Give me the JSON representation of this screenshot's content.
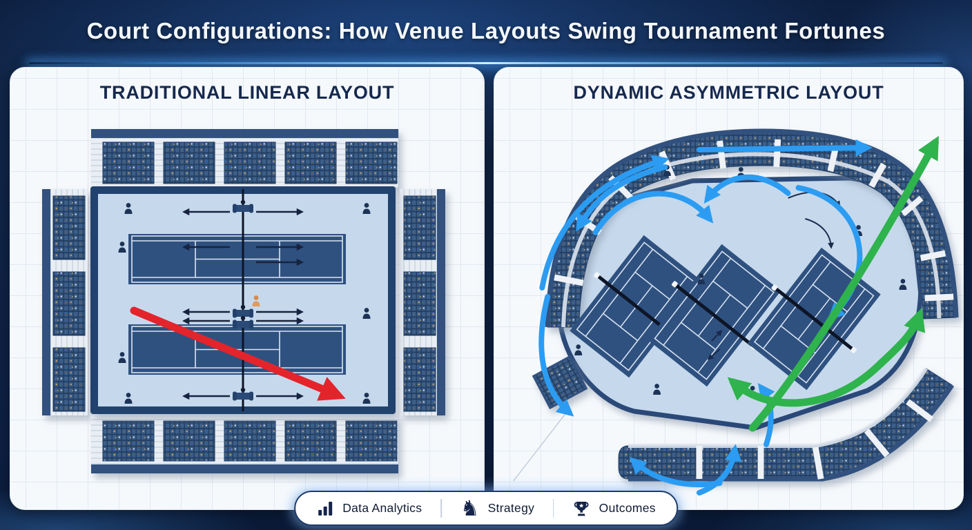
{
  "header": {
    "title": "Court Configurations: How Venue Layouts Swing Tournament Fortunes"
  },
  "panels": {
    "left": {
      "title": "TRADITIONAL LINEAR LAYOUT"
    },
    "right": {
      "title": "DYNAMIC ASYMMETRIC LAYOUT"
    }
  },
  "legend": {
    "items": [
      {
        "icon": "bar-chart-icon",
        "label": "Data Analytics"
      },
      {
        "icon": "chess-knight-icon",
        "label": "Strategy",
        "glyph": "♞"
      },
      {
        "icon": "trophy-icon",
        "label": "Outcomes"
      }
    ]
  },
  "colors": {
    "background_navy": "#0e2245",
    "panel_background": "#f6f9fc",
    "heading_text": "#16294e",
    "court_blue": "#2f5180",
    "field_blue": "#c6d9ec",
    "stand_navy": "#31517e",
    "arrow_red": "#e3242b",
    "arrow_blue": "#2b9cf2",
    "arrow_green": "#2fb34d",
    "legend_text": "#101b33"
  }
}
